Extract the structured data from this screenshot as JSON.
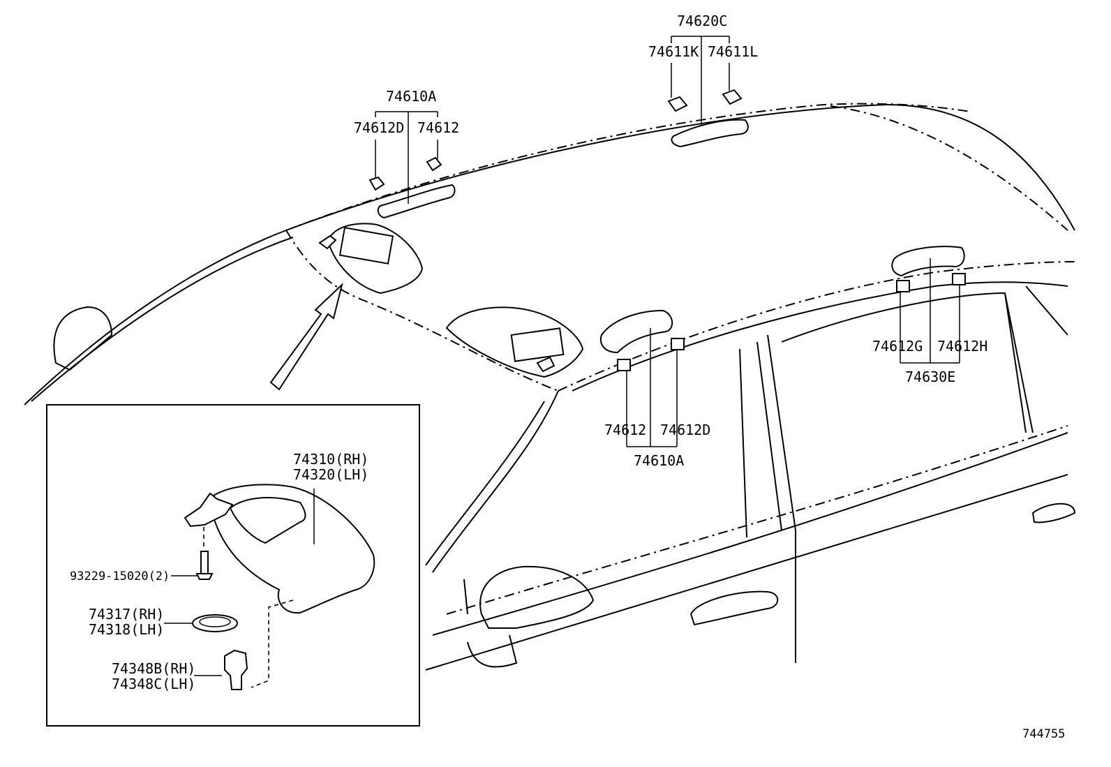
{
  "diagram_id": "744755",
  "labels": {
    "p74620C": "74620C",
    "p74611K": "74611K",
    "p74611L": "74611L",
    "p74610A_top": "74610A",
    "p74612D_top": "74612D",
    "p74612_top": "74612",
    "p74612_mid": "74612",
    "p74612D_mid": "74612D",
    "p74610A_mid": "74610A",
    "p74612G": "74612G",
    "p74612H": "74612H",
    "p74630E": "74630E"
  },
  "inset": {
    "visor_rh": "74310(RH)",
    "visor_lh": "74320(LH)",
    "screw": "93229-15020(2)",
    "cover_rh": "74317(RH)",
    "cover_lh": "74318(LH)",
    "holder_rh": "74348B(RH)",
    "holder_lh": "74348C(LH)"
  }
}
